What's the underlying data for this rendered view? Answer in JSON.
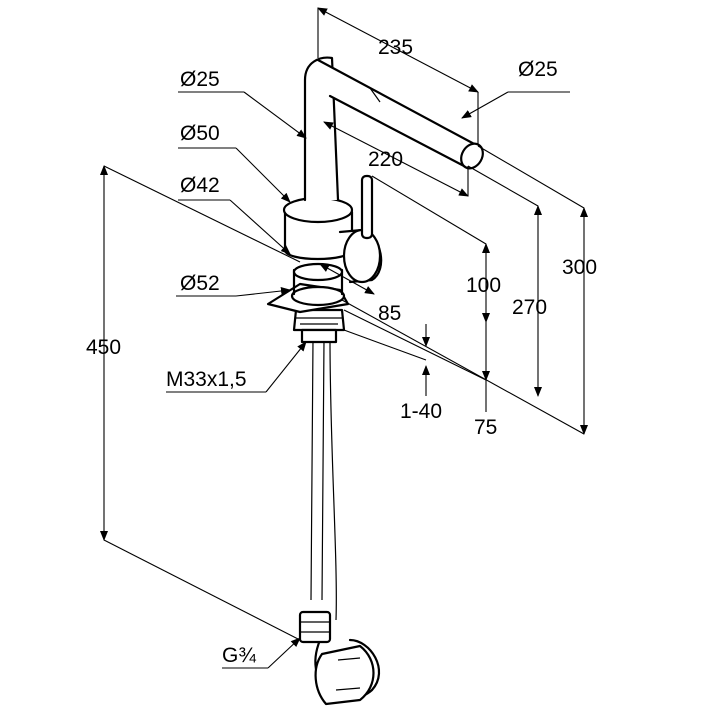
{
  "labels": {
    "d_spout_top": "Ø25",
    "d_spout_outlet": "Ø25",
    "d_body": "Ø50",
    "d_base": "Ø42",
    "d_flange": "Ø52",
    "thread": "M33x1,5",
    "connection": "G¾",
    "reach": "235",
    "outlet_offset": "220",
    "lever_offset": "85",
    "height_total": "300",
    "height_outlet": "270",
    "height_lever": "100",
    "height_body": "75",
    "counter_thickness": "1-40",
    "hose_length": "450"
  }
}
